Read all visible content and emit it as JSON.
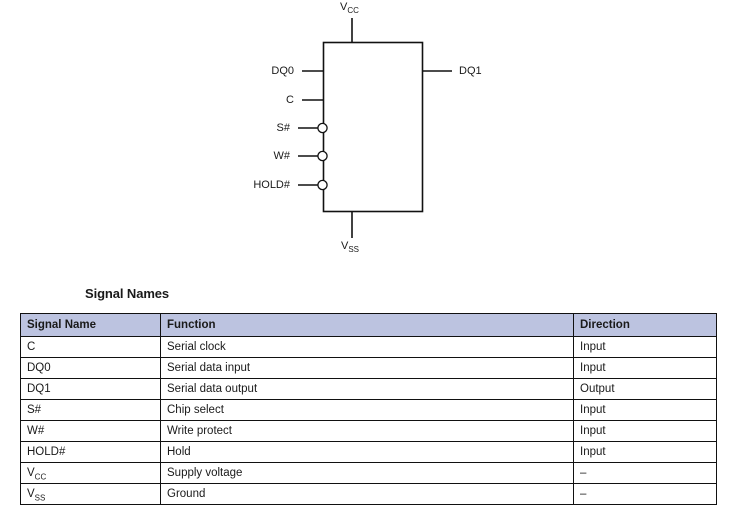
{
  "diagram": {
    "name": "serial-flash-logic-symbol",
    "power_top": {
      "label": "V",
      "sub": "CC"
    },
    "power_bottom": {
      "label": "V",
      "sub": "SS"
    },
    "left_pins": [
      {
        "label": "DQ0",
        "inverted": false
      },
      {
        "label": "C",
        "inverted": false
      },
      {
        "label": "S#",
        "inverted": true
      },
      {
        "label": "W#",
        "inverted": true
      },
      {
        "label": "HOLD#",
        "inverted": true
      }
    ],
    "right_pins": [
      {
        "label": "DQ1",
        "inverted": false
      }
    ]
  },
  "signal_names": {
    "title": "Signal Names",
    "columns": [
      "Signal Name",
      "Function",
      "Direction"
    ],
    "rows": [
      {
        "signal": "C",
        "sub": "",
        "function": "Serial clock",
        "direction": "Input"
      },
      {
        "signal": "DQ0",
        "sub": "",
        "function": "Serial data input",
        "direction": "Input"
      },
      {
        "signal": "DQ1",
        "sub": "",
        "function": "Serial data output",
        "direction": "Output"
      },
      {
        "signal": "S#",
        "sub": "",
        "function": "Chip select",
        "direction": "Input"
      },
      {
        "signal": "W#",
        "sub": "",
        "function": "Write protect",
        "direction": "Input"
      },
      {
        "signal": "HOLD#",
        "sub": "",
        "function": "Hold",
        "direction": "Input"
      },
      {
        "signal": "V",
        "sub": "CC",
        "function": "Supply voltage",
        "direction": "–"
      },
      {
        "signal": "V",
        "sub": "SS",
        "function": "Ground",
        "direction": "–"
      }
    ]
  },
  "colors": {
    "header_fill": "#bcc3e0",
    "line": "#111111",
    "text": "#1a1a1a"
  }
}
